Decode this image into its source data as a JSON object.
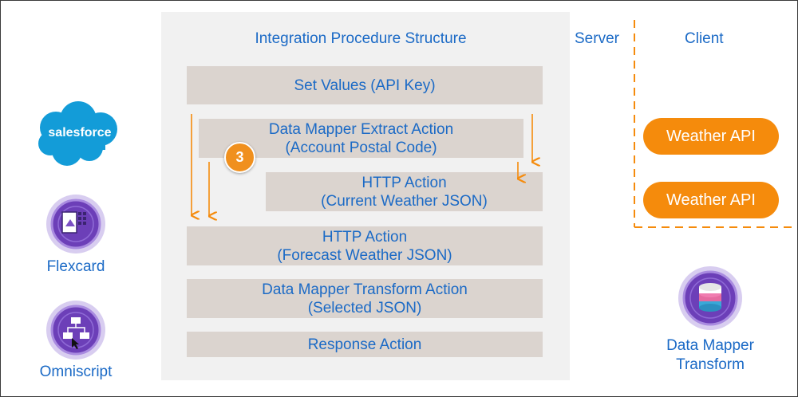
{
  "diagram": {
    "title": "Integration Procedure Structure",
    "server_label": "Server",
    "client_label": "Client",
    "steps": [
      {
        "line1": "Set Values (API Key)",
        "line2": ""
      },
      {
        "line1": "Data Mapper Extract Action",
        "line2": "(Account Postal Code)"
      },
      {
        "line1": "HTTP Action",
        "line2": "(Current Weather JSON)"
      },
      {
        "line1": "HTTP Action",
        "line2": "(Forecast Weather JSON)"
      },
      {
        "line1": "Data Mapper Transform Action",
        "line2": "(Selected JSON)"
      },
      {
        "line1": "Response Action",
        "line2": ""
      }
    ],
    "step_badge": "3",
    "client_apis": [
      "Weather API",
      "Weather API"
    ],
    "left_icons": {
      "salesforce_logo": "salesforce",
      "flexcard_label": "Flexcard",
      "omniscript_label": "Omniscript"
    },
    "data_mapper_label_line1": "Data Mapper",
    "data_mapper_label_line2": "Transform"
  },
  "colors": {
    "accent_blue": "#1b6ac6",
    "step_fill": "#dbd4cf",
    "panel_fill": "#f1f1f1",
    "orange": "#f58b0c",
    "purple": "#7b4fc4"
  }
}
